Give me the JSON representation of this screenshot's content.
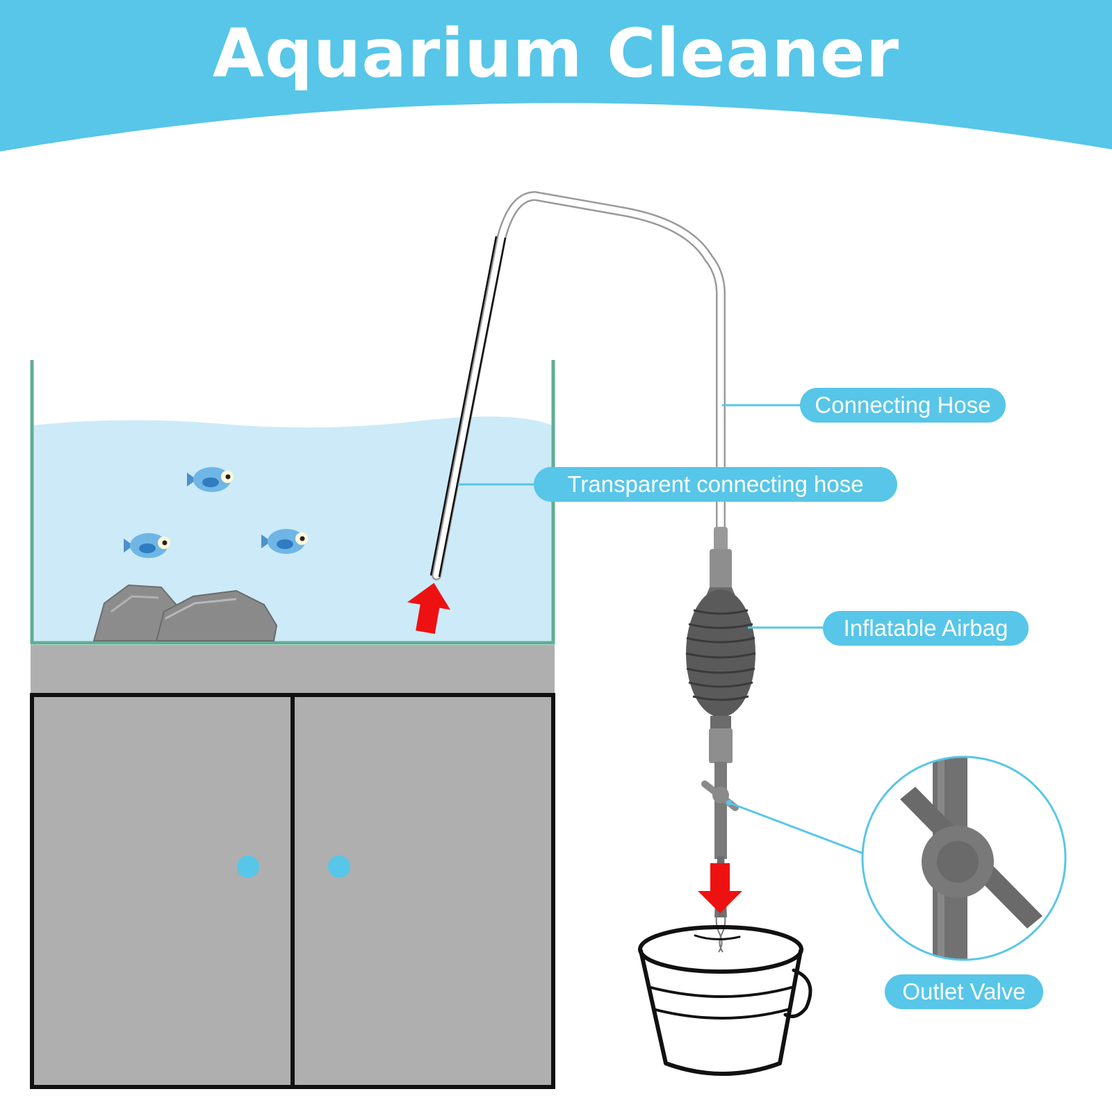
{
  "header": {
    "title": "Aquarium Cleaner",
    "banner_color": "#57c6e8"
  },
  "callouts": {
    "connecting_hose": "Connecting Hose",
    "transparent_hose": "Transparent connecting hose",
    "inflatable_airbag": "Inflatable Airbag",
    "outlet_valve": "Outlet Valve",
    "color": "#57c6e8"
  },
  "flow": {
    "intake_arrow": "red-up-arrow-icon",
    "outlet_arrow": "red-down-arrow-icon",
    "arrow_color": "#ee1111"
  },
  "scene": {
    "water_color": "#cdeaf8",
    "tank_frame_color": "#5fae93",
    "cabinet_color": "#afafaf",
    "knob_color": "#57c6e8",
    "fish_count": 3
  }
}
